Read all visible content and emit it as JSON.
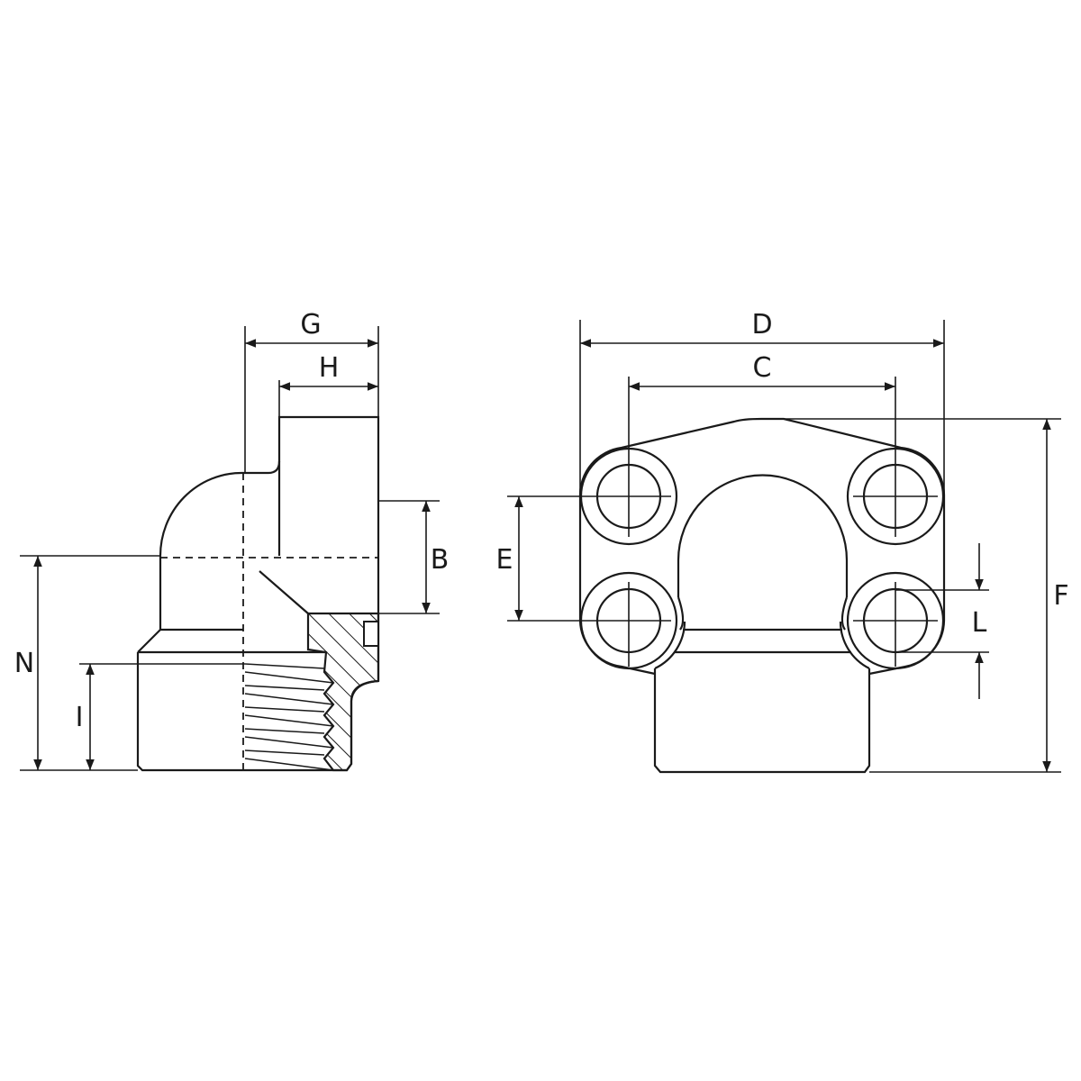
{
  "diagram": {
    "side_view": {
      "labels": {
        "G": "G",
        "H": "H",
        "B": "B",
        "N": "N",
        "I": "I"
      }
    },
    "front_view": {
      "labels": {
        "D": "D",
        "C": "C",
        "E": "E",
        "F": "F",
        "L": "L"
      }
    },
    "colors": {
      "line": "#1a1a1a",
      "background": "#ffffff"
    }
  }
}
